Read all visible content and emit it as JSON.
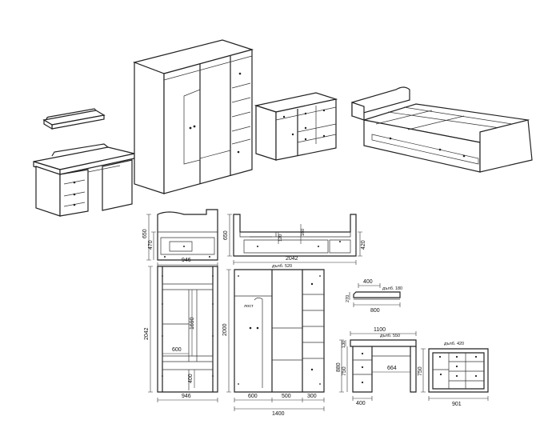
{
  "dimensions": {
    "bed_front_width": "946",
    "bed_front_height": "650",
    "bed_front_inner": "470",
    "bed_side_length": "2042",
    "bed_side_height": "650",
    "bed_side_right": "420",
    "bed_side_a": "120",
    "bed_side_b": "160",
    "loft_height": "2042",
    "loft_width": "946",
    "loft_inner_width": "600",
    "loft_inner_height": "1690",
    "loft_lower": "400",
    "wardrobe_depth": "дълб. 520",
    "wardrobe_label": "лост",
    "wardrobe_height": "2000",
    "wardrobe_total_width": "1400",
    "wardrobe_w1": "600",
    "wardrobe_w2": "500",
    "wardrobe_w3": "300",
    "shelf_top_width": "400",
    "shelf_depth": "дълб. 180",
    "shelf_height": "270",
    "shelf_width": "800",
    "desk_depth": "дълб. 550",
    "desk_top_width": "1100",
    "desk_top_height": "130",
    "desk_height": "880",
    "desk_inner_height": "750",
    "desk_inner_width": "664",
    "desk_ped_width": "400",
    "dresser_depth": "дълб. 420",
    "dresser_height": "750",
    "dresser_width": "901"
  }
}
